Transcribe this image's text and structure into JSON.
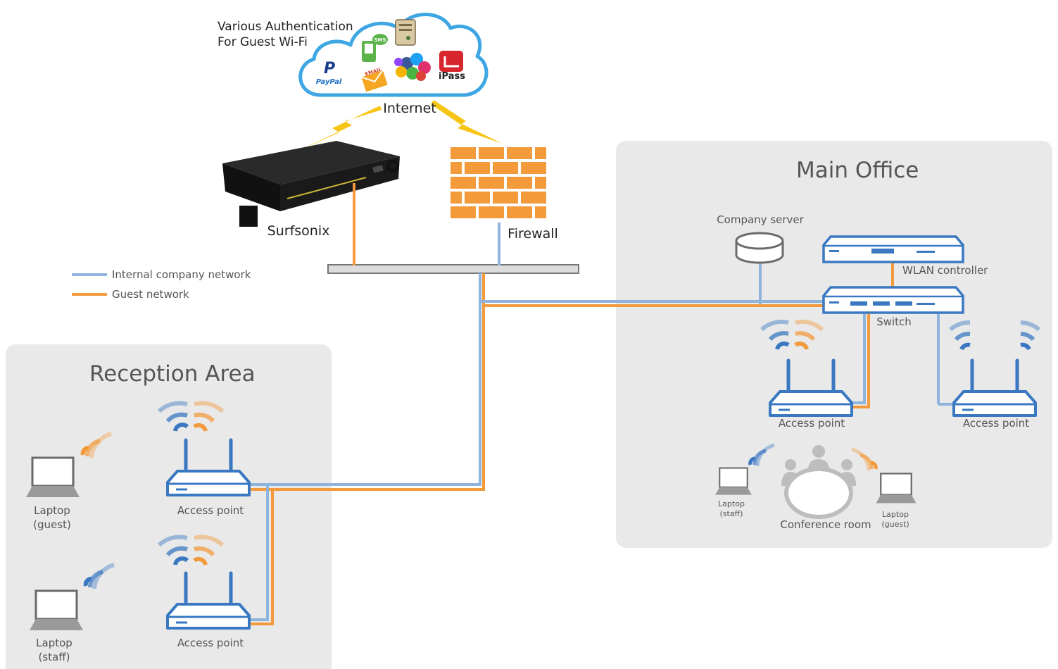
{
  "colors": {
    "internal": "#8fb4dc",
    "guest": "#f29a3c",
    "device": "#3a78c2",
    "wifi_blue": "#3a78c2",
    "wifi_orange": "#f29a3c",
    "zone_bg": "#e9e9e9",
    "firewall": "#f39a3a"
  },
  "cloud": {
    "title_line1": "Various Authentication",
    "title_line2": "For Guest Wi-Fi",
    "label": "Internet",
    "logos": {
      "paypal": "PayPal",
      "sms": "SMS",
      "email": "EMAIL",
      "ipass": "iPass"
    }
  },
  "core": {
    "surfsonix_label": "Surfsonix",
    "firewall_label": "Firewall"
  },
  "legend": {
    "internal_label": "Internal company network",
    "guest_label": "Guest network"
  },
  "reception": {
    "title": "Reception Area",
    "ap1_label": "Access point",
    "ap2_label": "Access point",
    "laptop_guest": [
      "Laptop",
      "(guest)"
    ],
    "laptop_staff": [
      "Laptop",
      "(staff)"
    ]
  },
  "main_office": {
    "title": "Main Office",
    "server_label": "Company server",
    "controller_label": "WLAN controller",
    "switch_label": "Switch",
    "ap1_label": "Access point",
    "ap2_label": "Access point",
    "conference_label": "Conference room",
    "laptop_staff": [
      "Laptop",
      "(staff)"
    ],
    "laptop_guest": [
      "Laptop",
      "(guest)"
    ]
  }
}
